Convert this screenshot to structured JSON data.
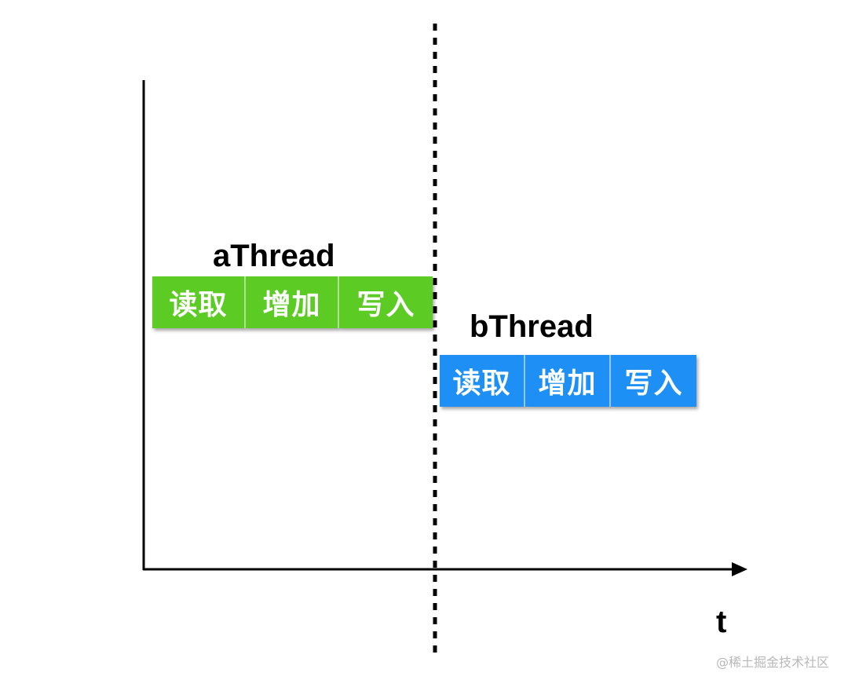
{
  "diagram": {
    "axis_label": "t",
    "threads": [
      {
        "name": "aThread",
        "color": "#5ccb23",
        "steps": [
          "读取",
          "增加",
          "写入"
        ]
      },
      {
        "name": "bThread",
        "color": "#1e90f5",
        "steps": [
          "读取",
          "增加",
          "写入"
        ]
      }
    ]
  },
  "watermark": "@稀土掘金技术社区"
}
